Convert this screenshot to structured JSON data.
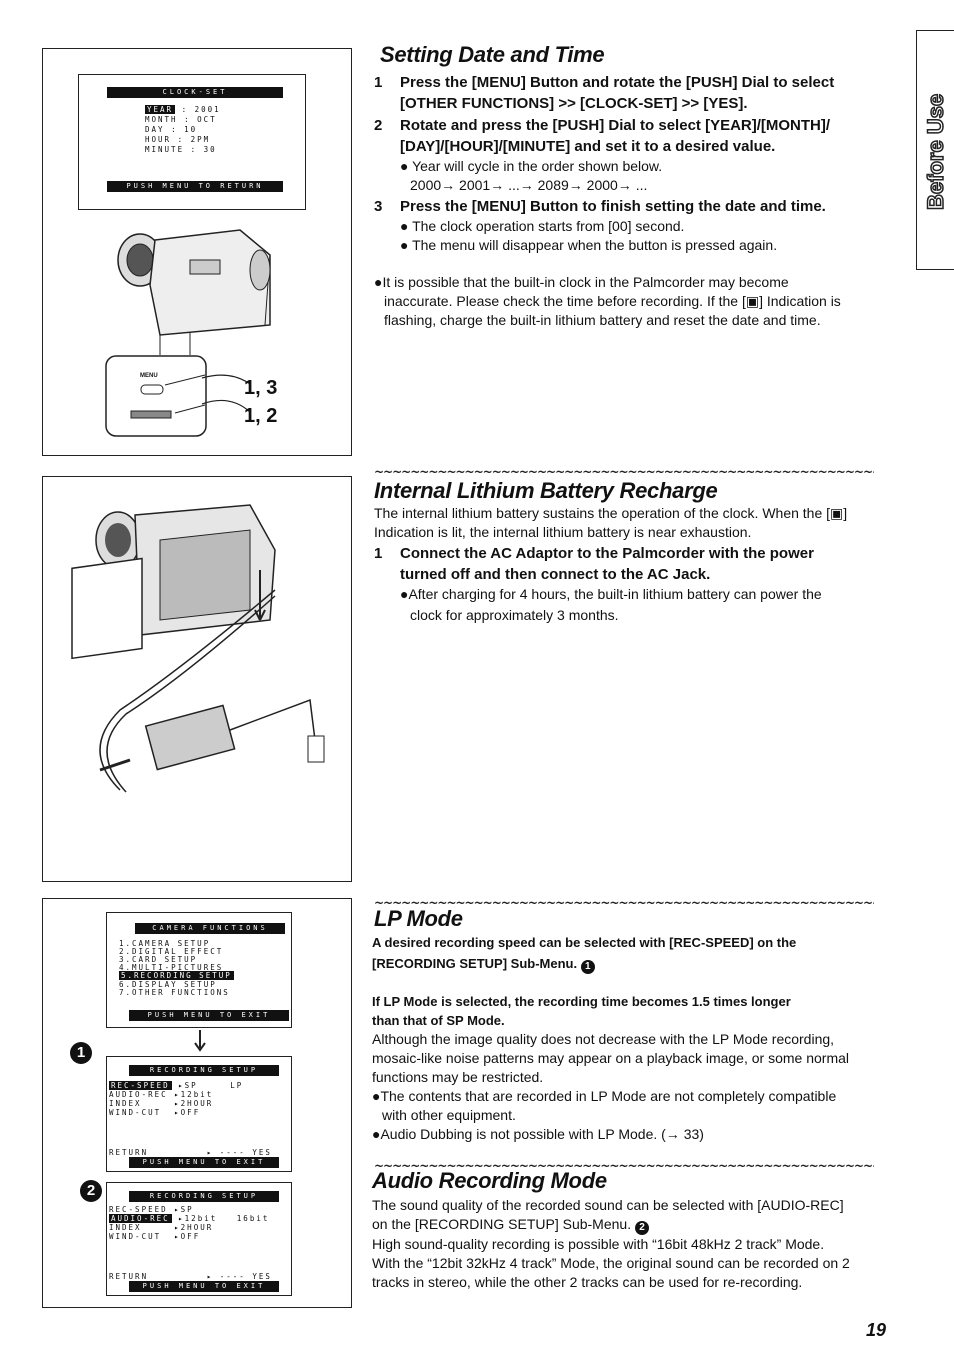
{
  "side_tab": "Before Use",
  "page_number": "19",
  "section1": {
    "title": "Setting Date and Time",
    "steps": [
      {
        "num": "1",
        "line1": "Press the [MENU] Button and rotate the [PUSH] Dial to select",
        "line2": "[OTHER FUNCTIONS] >> [CLOCK-SET] >> [YES]."
      },
      {
        "num": "2",
        "line1": "Rotate and press the [PUSH] Dial to select [YEAR]/[MONTH]/",
        "line2": "[DAY]/[HOUR]/[MINUTE] and set it to a desired value."
      },
      {
        "num": "3",
        "line1": "Press the [MENU] Button to finish setting the date and time."
      }
    ],
    "step2_bullets": [
      "Year will cycle in the order shown below.",
      "2000→ 2001→ ...→ 2089→ 2000→ ..."
    ],
    "step3_bullets": [
      "The clock operation starts from [00] second.",
      "The menu will disappear when the button is pressed again."
    ],
    "note_lines": [
      "●It is possible that the built-in clock in the Palmcorder may become",
      "inaccurate. Please check the time before recording. If the [▣] Indication is",
      "flashing, charge the built-in lithium battery and reset the date and time."
    ],
    "screen": {
      "title": "CLOCK-SET",
      "rows": [
        [
          "YEAR",
          ": 2001"
        ],
        [
          "MONTH",
          ": OCT"
        ],
        [
          "DAY",
          ": 10"
        ],
        [
          "HOUR",
          ": 2PM"
        ],
        [
          "MINUTE",
          ": 30"
        ]
      ],
      "footer": "PUSH MENU TO RETURN"
    },
    "callouts": [
      {
        "label": "MENU",
        "value": "1, 3"
      },
      {
        "label": "",
        "value": "1, 2"
      }
    ]
  },
  "section2": {
    "title": "Internal Lithium Battery Recharge",
    "intro_lines": [
      "The internal lithium battery sustains the operation of the clock. When the [▣]",
      "Indication is lit, the internal lithium battery is near exhaustion."
    ],
    "step": {
      "num": "1",
      "line1": "Connect the AC Adaptor to the Palmcorder with the power",
      "line2": "turned off and then connect to the AC Jack."
    },
    "bullet_lines": [
      "●After charging for 4 hours, the built-in lithium battery can power the",
      "clock for approximately 3 months."
    ]
  },
  "section3": {
    "title": "LP Mode",
    "bold1_lines": [
      "A desired recording speed can be selected with [REC-SPEED] on the",
      "[RECORDING SETUP] Sub-Menu."
    ],
    "bold1_marker": "1",
    "bold2_lines": [
      "If LP Mode is selected, the recording time becomes 1.5 times longer",
      "than that of SP Mode."
    ],
    "body_lines": [
      "Although the image quality does not decrease with the LP Mode recording,",
      "mosaic-like noise patterns may appear on a playback image, or some normal",
      "functions may be restricted."
    ],
    "bullet1_lines": [
      "●The contents that are recorded in LP Mode are not completely compatible",
      "with other equipment."
    ],
    "bullet2": "●Audio Dubbing is not possible with LP Mode. (→ 33)",
    "screen_camera": {
      "title": "CAMERA FUNCTIONS",
      "items": [
        "1.CAMERA SETUP",
        "2.DIGITAL EFFECT",
        "3.CARD SETUP",
        "4.MULTI-PICTURES",
        "5.RECORDING SETUP",
        "6.DISPLAY SETUP",
        "7.OTHER FUNCTIONS"
      ],
      "footer": "PUSH MENU TO EXIT"
    },
    "screen_rec1": {
      "title": "RECORDING SETUP",
      "rows": [
        [
          "REC-SPEED",
          "▸SP",
          "LP"
        ],
        [
          "AUDIO-REC",
          "▸12bit",
          ""
        ],
        [
          "INDEX",
          "▸2HOUR",
          ""
        ],
        [
          "WIND-CUT",
          "▸OFF",
          ""
        ]
      ],
      "return_row": [
        "RETURN",
        "▸ ---- YES"
      ],
      "footer": "PUSH MENU TO EXIT"
    }
  },
  "section4": {
    "title": "Audio Recording Mode",
    "lines": [
      "The sound quality of the recorded sound can be selected with [AUDIO-REC]",
      "on the [RECORDING SETUP] Sub-Menu.",
      "High sound-quality recording is possible with “16bit 48kHz 2 track” Mode.",
      "With the “12bit 32kHz 4 track” Mode, the original sound can be recorded on 2",
      "tracks in stereo, while the other 2 tracks can be used for re-recording."
    ],
    "marker": "2",
    "screen_rec2": {
      "title": "RECORDING SETUP",
      "rows": [
        [
          "REC-SPEED",
          "▸SP",
          ""
        ],
        [
          "AUDIO-REC",
          "▸12bit",
          "16bit"
        ],
        [
          "INDEX",
          "▸2HOUR",
          ""
        ],
        [
          "WIND-CUT",
          "▸OFF",
          ""
        ]
      ],
      "return_row": [
        "RETURN",
        "▸ ---- YES"
      ],
      "footer": "PUSH MENU TO EXIT"
    }
  }
}
